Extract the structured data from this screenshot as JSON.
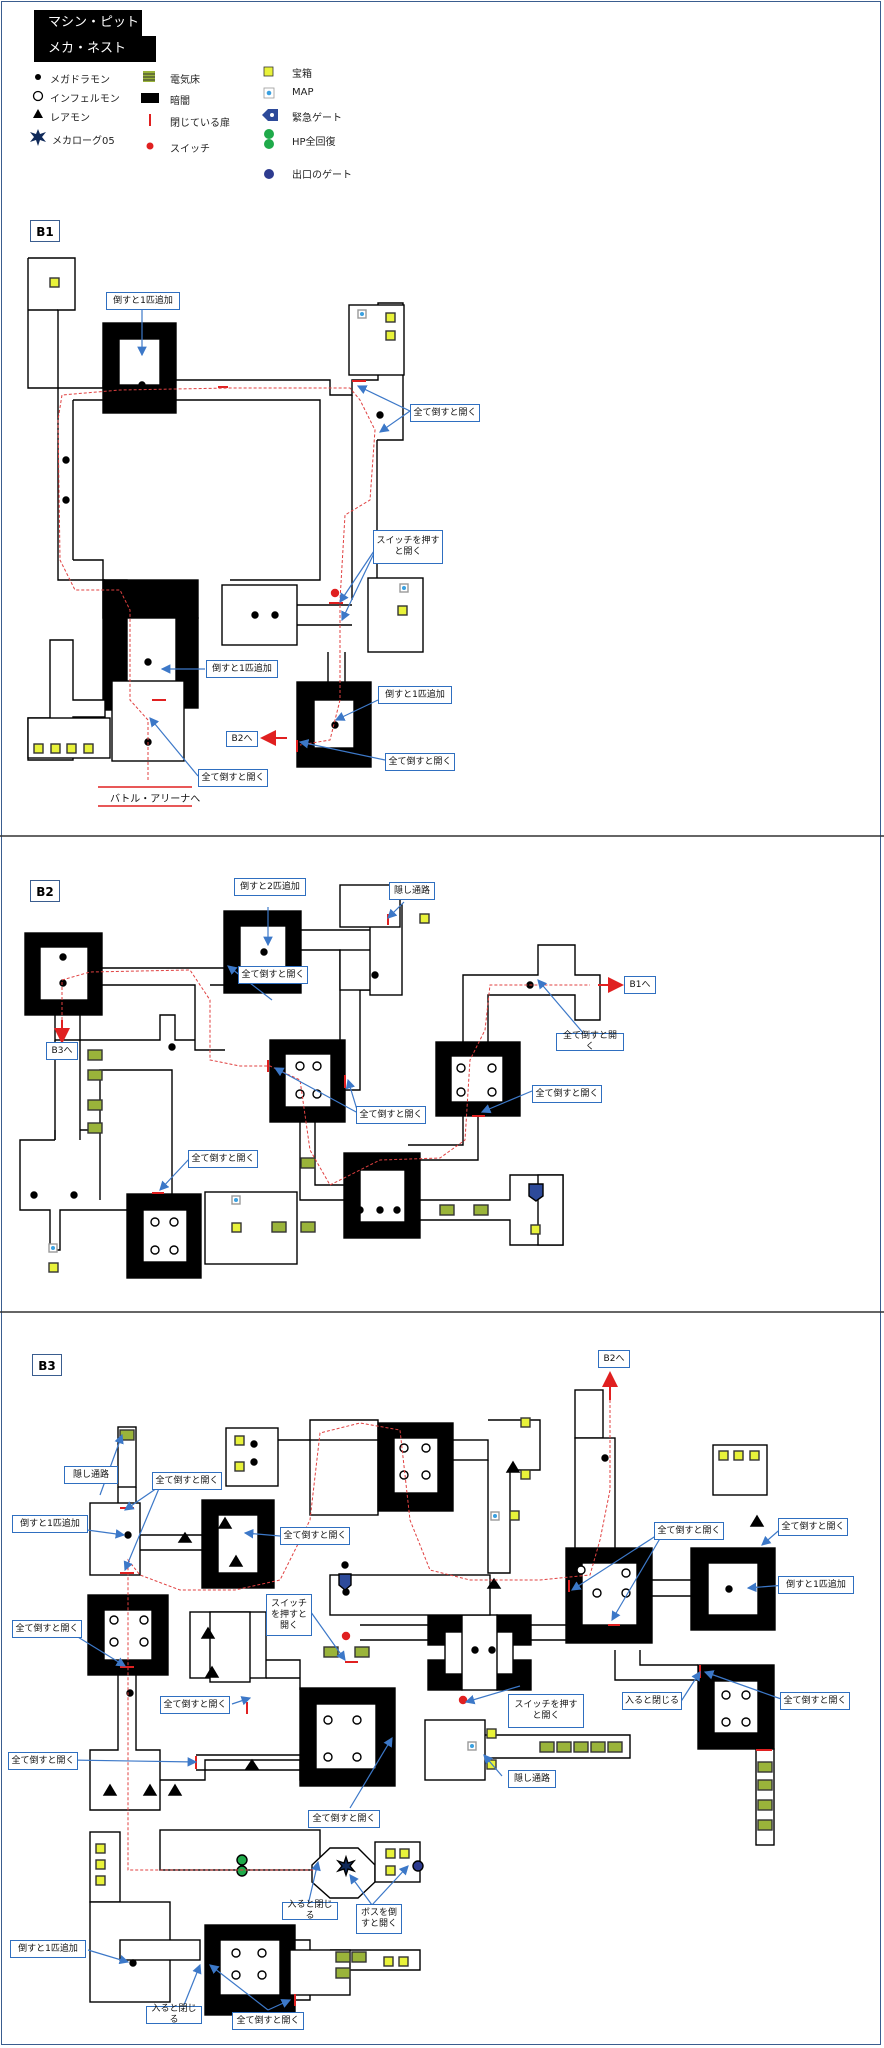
{
  "titles": {
    "machine_pit": "マシン・ピット",
    "mecha_nest": "メカ・ネスト"
  },
  "legend": {
    "megadramon": "メガドラモン",
    "infermon": "インフェルモン",
    "raremon": "レアモン",
    "mecha_log": "メカローグ05",
    "electric_floor": "電気床",
    "darkness": "暗闇",
    "closed_wall": "閉じている扉",
    "switch": "スイッチ",
    "treasure": "宝箱",
    "map": "MAP",
    "emergency_gate": "緊急ゲート",
    "hp_recovery": "HP全回復",
    "exit_gate": "出口のゲート"
  },
  "floors": {
    "b1": {
      "label": "B1",
      "notes": {
        "n1": "倒すと1匹追加",
        "n2": "全て倒すと開く",
        "n3": "スイッチを押す\nと開く",
        "n4": "倒すと1匹追加",
        "n5": "倒すと1匹追加",
        "n6": "全て倒すと開く",
        "n7": "全て倒すと開く"
      },
      "exits": {
        "to_b2": "B2へ",
        "arena": "バトル・アリーナへ"
      }
    },
    "b2": {
      "label": "B2",
      "notes": {
        "n1": "倒すと2匹追加",
        "n2": "隠し通路",
        "n3": "全て倒すと開く",
        "n4": "全て倒すと開く",
        "n5": "全て倒すと開く",
        "n6": "全て倒すと開く",
        "n7": "全て倒すと開く"
      },
      "exits": {
        "to_b1": "B1へ",
        "to_b3": "B3へ"
      }
    },
    "b3": {
      "label": "B3",
      "notes": {
        "n1": "隠し通路",
        "n2": "全て倒すと開く",
        "n3": "倒すと1匹追加",
        "n4": "全て倒すと開く",
        "n5": "全て倒すと開く",
        "n6": "全て倒すと開く",
        "n7": "スイッチ\nを押すと\n開く",
        "n8": "全て倒すと開く",
        "n9": "倒すと1匹追加",
        "n10": "全て倒すと開く",
        "n11": "全て倒すと開く",
        "n12": "スイッチを押す\nと開く",
        "n13": "入ると閉じる",
        "n14": "全て倒すと開く",
        "n15": "隠し通路",
        "n16": "全て倒すと開く",
        "n17": "入ると閉じる",
        "n18": "ボスを倒\nすと開く",
        "n19": "倒すと1匹追加",
        "n20": "入ると閉じる",
        "n21": "全て倒すと開く"
      },
      "exits": {
        "to_b2": "B2へ"
      }
    }
  },
  "colors": {
    "panel_border": "#3a5d8f",
    "note_border": "#2f6fc0",
    "arrow": "#3c78c8",
    "treasure": "#e8f23a",
    "electric": "#9ab43a",
    "route": "#e04040",
    "switch": "#e02020",
    "hp": "#1faa4a",
    "exit_gate": "#2d3b8f",
    "emergency": "#2d4a9a"
  }
}
